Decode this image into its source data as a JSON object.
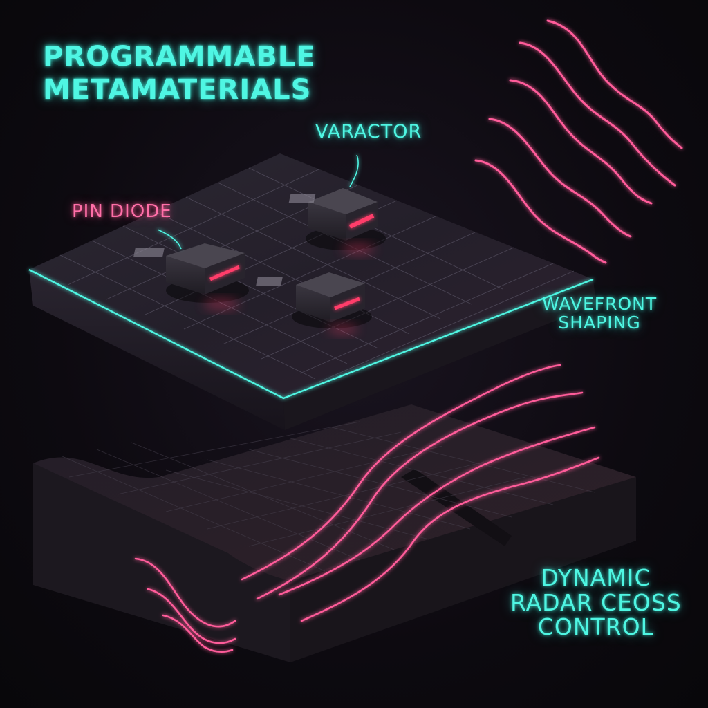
{
  "title": {
    "line1": "PROGRAMMABLE",
    "line2": "METAMATERIALS"
  },
  "labels": {
    "varactor": "VARACTOR",
    "pin_diode": "PIN DIODE",
    "wavefront": {
      "line1": "WAVEFRONT",
      "line2": "SHAPING"
    },
    "radar": {
      "line1": "DYNAMIC",
      "line2": "RADAR CEOSS",
      "line3": "CONTROL"
    }
  },
  "colors": {
    "accent_cyan": "#4ff6e3",
    "accent_pink": "#ff5c9a",
    "background": "#0b090d",
    "slab": "#2a2530"
  }
}
